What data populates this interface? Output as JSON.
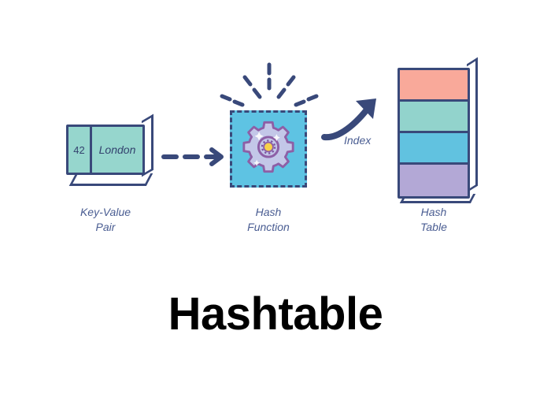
{
  "title": "Hashtable",
  "diagram": {
    "key_value": {
      "key": "42",
      "value": "London",
      "caption_line1": "Key-Value",
      "caption_line2": "Pair",
      "fill_color": "#96d6cd",
      "stroke_color": "#39497a"
    },
    "flow_arrow": {
      "icon": "dashed-arrow-right-icon",
      "color": "#39497a"
    },
    "hash_function": {
      "caption_line1": "Hash",
      "caption_line2": "Function",
      "icon": "gear-icon",
      "fill_color": "#5ec3e3",
      "stroke_color": "#39497a",
      "gear_body_color": "#c3c7e8",
      "gear_outline_color": "#8d5fa6",
      "gear_center_color": "#f7d14a"
    },
    "index_arrow": {
      "label": "Index",
      "icon": "curved-arrow-right-icon",
      "color": "#39497a"
    },
    "hash_table": {
      "caption_line1": "Hash",
      "caption_line2": "Table",
      "stroke_color": "#39497a",
      "rows": [
        {
          "name": "slot-0",
          "color": "#f9a99a"
        },
        {
          "name": "slot-1",
          "color": "#92d3cc"
        },
        {
          "name": "slot-2",
          "color": "#61c2e0"
        },
        {
          "name": "slot-3",
          "color": "#b3a8d6"
        }
      ]
    },
    "label_color": "#4a5d92"
  }
}
